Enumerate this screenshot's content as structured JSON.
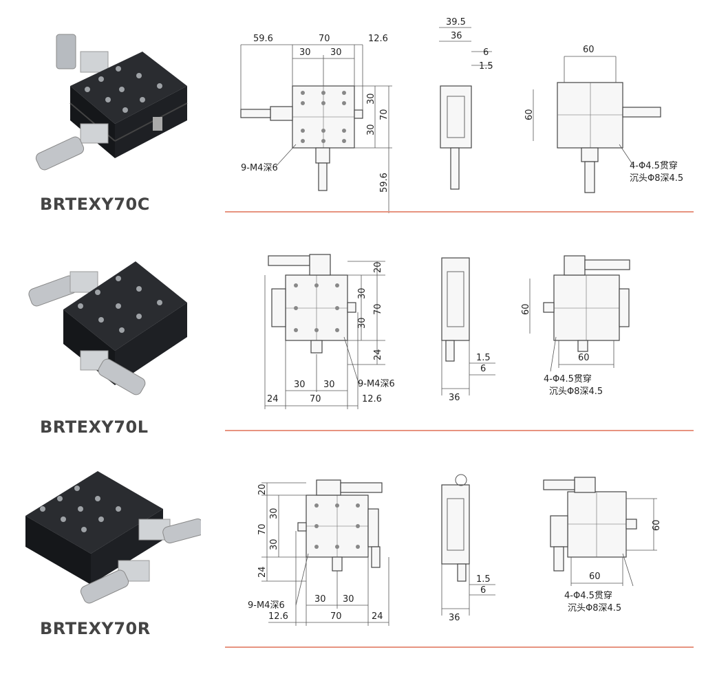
{
  "products": [
    {
      "model": "BRTEXY70C",
      "top_view": {
        "dims": [
          "59.6",
          "70",
          "12.6",
          "30",
          "30",
          "30",
          "30",
          "70",
          "59.6"
        ],
        "callout": "9-M4深6"
      },
      "side_view": {
        "dims": [
          "39.5",
          "36",
          "6",
          "1.5"
        ]
      },
      "bottom_view": {
        "dims": [
          "60",
          "60"
        ],
        "callout_line1": "4-Φ4.5贯穿",
        "callout_line2": "沉头Φ8深4.5"
      }
    },
    {
      "model": "BRTEXY70L",
      "top_view": {
        "dims": [
          "20",
          "30",
          "70",
          "30",
          "24",
          "30",
          "30",
          "24",
          "70",
          "12.6"
        ],
        "callout": "9-M4深6"
      },
      "side_view": {
        "dims": [
          "1.5",
          "6",
          "36"
        ]
      },
      "bottom_view": {
        "dims": [
          "60",
          "60"
        ],
        "callout_line1": "4-Φ4.5贯穿",
        "callout_line2": "沉头Φ8深4.5"
      }
    },
    {
      "model": "BRTEXY70R",
      "top_view": {
        "dims": [
          "20",
          "30",
          "70",
          "30",
          "24",
          "30",
          "30",
          "12.6",
          "70",
          "24"
        ],
        "callout": "9-M4深6"
      },
      "side_view": {
        "dims": [
          "1.5",
          "6",
          "36"
        ]
      },
      "bottom_view": {
        "dims": [
          "60",
          "60"
        ],
        "callout_line1": "4-Φ4.5贯穿",
        "callout_line2": "沉头Φ8深4.5"
      }
    }
  ],
  "colors": {
    "divider": "#e7937f",
    "stage_black": "#1c1e22",
    "steel": "#c9ccd0"
  }
}
